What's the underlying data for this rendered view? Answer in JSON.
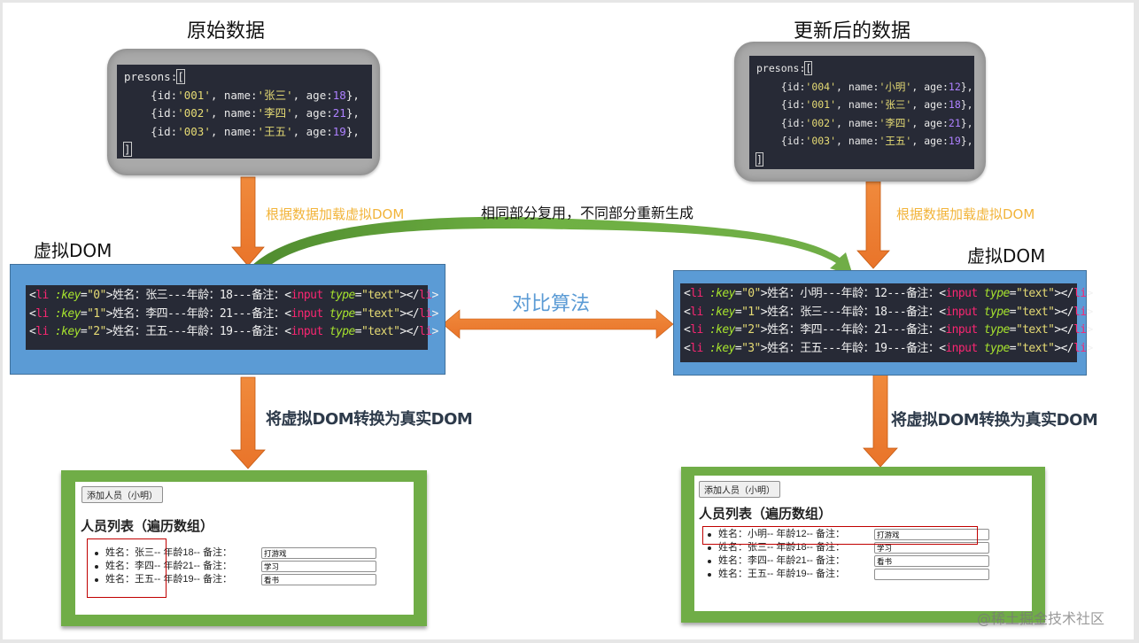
{
  "titles": {
    "original": "原始数据",
    "updated": "更新后的数据"
  },
  "labels": {
    "vdom_left": "虚拟DOM",
    "vdom_right": "虚拟DOM",
    "load_vdom_left": "根据数据加载虚拟DOM",
    "load_vdom_right": "根据数据加载虚拟DOM",
    "reuse_note": "相同部分复用，不同部分重新生成",
    "diff_algorithm": "对比算法",
    "to_real_dom_left": "将虚拟DOM转换为真实DOM",
    "to_real_dom_right": "将虚拟DOM转换为真实DOM"
  },
  "original_data": {
    "var": "presons",
    "items": [
      {
        "id": "001",
        "name": "张三",
        "age": "18"
      },
      {
        "id": "002",
        "name": "李四",
        "age": "21"
      },
      {
        "id": "003",
        "name": "王五",
        "age": "19"
      }
    ]
  },
  "updated_data": {
    "var": "presons",
    "items": [
      {
        "id": "004",
        "name": "小明",
        "age": "12"
      },
      {
        "id": "001",
        "name": "张三",
        "age": "18"
      },
      {
        "id": "002",
        "name": "李四",
        "age": "21"
      },
      {
        "id": "003",
        "name": "王五",
        "age": "19"
      }
    ]
  },
  "vdom_left": {
    "rows": [
      {
        "key": "0",
        "name": "张三",
        "age": "18"
      },
      {
        "key": "1",
        "name": "李四",
        "age": "21"
      },
      {
        "key": "2",
        "name": "王五",
        "age": "19"
      }
    ]
  },
  "vdom_right": {
    "rows": [
      {
        "key": "0",
        "name": "小明",
        "age": "12"
      },
      {
        "key": "1",
        "name": "张三",
        "age": "18"
      },
      {
        "key": "2",
        "name": "李四",
        "age": "21"
      },
      {
        "key": "3",
        "name": "王五",
        "age": "19"
      }
    ]
  },
  "vdom_template": {
    "open": "<li",
    "key_attr": ":key",
    "name_label": "姓名：",
    "age_label": "---年龄：",
    "note_label": "---备注：",
    "input_tag": "<input",
    "type_attr": "type",
    "type_val": "\"text\"",
    "close": "></li>"
  },
  "browser_left": {
    "button": "添加人员（小明）",
    "heading": "人员列表（遍历数组）",
    "rows": [
      {
        "name": "张三",
        "age": "18",
        "note": "打游戏"
      },
      {
        "name": "李四",
        "age": "21",
        "note": "学习"
      },
      {
        "name": "王五",
        "age": "19",
        "note": "看书"
      }
    ]
  },
  "browser_right": {
    "button": "添加人员（小明）",
    "heading": "人员列表（遍历数组）",
    "rows": [
      {
        "name": "小明",
        "age": "12",
        "note": "打游戏"
      },
      {
        "name": "张三",
        "age": "18",
        "note": "学习"
      },
      {
        "name": "李四",
        "age": "21",
        "note": "看书"
      },
      {
        "name": "王五",
        "age": "19",
        "note": ""
      }
    ]
  },
  "row_template": {
    "name_prefix": "姓名：",
    "age_prefix": "-- 年龄",
    "note_prefix": "-- 备注："
  },
  "colors": {
    "orange_arrow": "#ed7d31",
    "green_arrow": "#70ad47",
    "vdom_panel": "#5b9bd5",
    "highlight_red": "#c00000"
  },
  "watermark": "@稀土掘金技术社区"
}
